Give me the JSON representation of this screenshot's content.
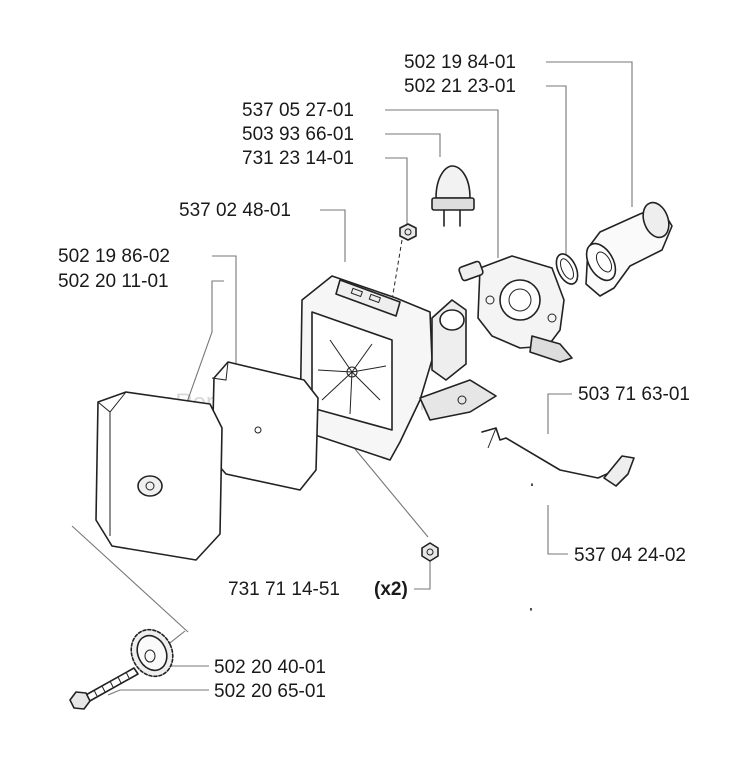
{
  "watermark": "eReplacementParts.com",
  "callouts": {
    "p1": "502 19 84-01",
    "p2": "502 21 23-01",
    "p3": "537 05 27-01",
    "p4": "503 93 66-01",
    "p5": "731 23 14-01",
    "p6": "537 02 48-01",
    "p7": "502 19 86-02",
    "p8": "502 20 11-01",
    "p9": "503 71 63-01",
    "p10": "537 04 24-02",
    "p11": "731 71 14-51",
    "p11_qty": "(x2)",
    "p12": "502 20 40-01",
    "p13": "502 20 65-01"
  },
  "part_names": {
    "intake": "intake-elbow-icon",
    "gasket": "gasket-ring-icon",
    "carb": "carburetor-icon",
    "primer": "primer-bulb-icon",
    "nut_top": "hex-nut-icon",
    "housing": "air-filter-housing-icon",
    "filter": "air-filter-icon",
    "prefilter": "pre-filter-icon",
    "rod": "throttle-rod-icon",
    "hose": "fuel-hose-icon",
    "nut_bottom": "hex-nut-icon",
    "knob": "filter-knob-icon",
    "screw": "screw-icon"
  }
}
